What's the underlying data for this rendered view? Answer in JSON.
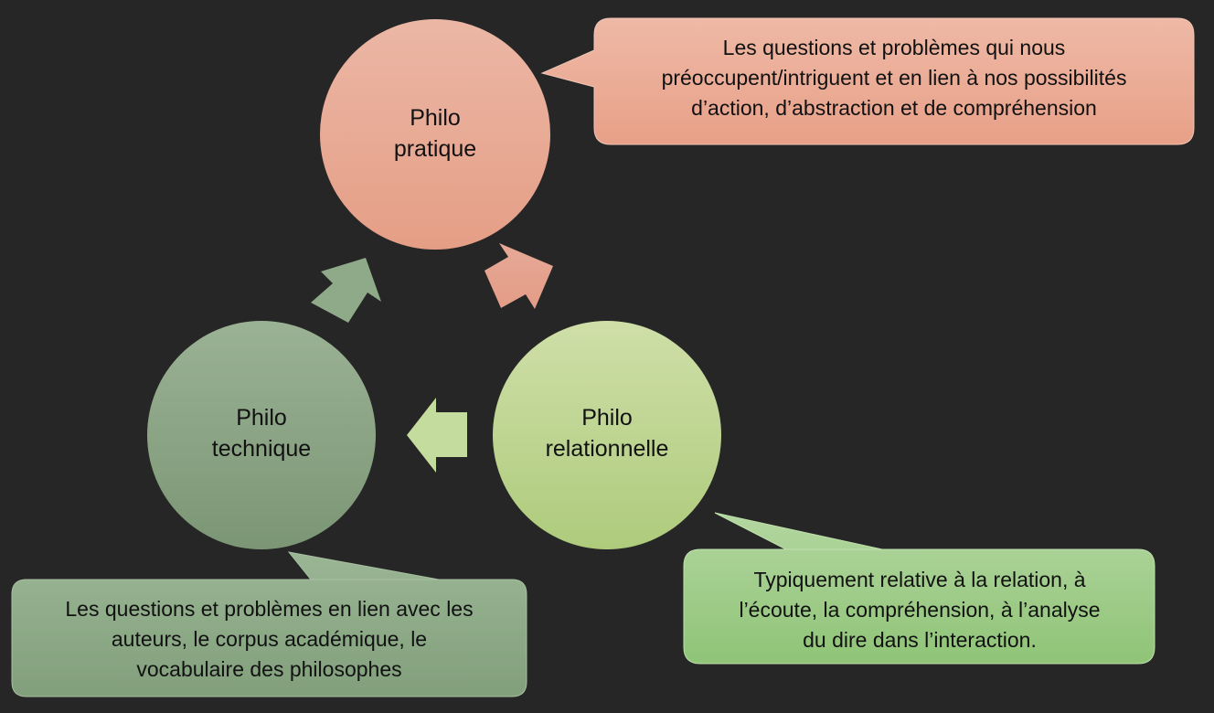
{
  "colors": {
    "background": "#262626",
    "pratique": "#e8a48c",
    "relationnelle": "#bcd28e",
    "technique": "#87a180"
  },
  "nodes": {
    "pratique": {
      "line1": "Philo",
      "line2": "pratique"
    },
    "relationnelle": {
      "line1": "Philo",
      "line2": "relationnelle"
    },
    "technique": {
      "line1": "Philo",
      "line2": "technique"
    }
  },
  "callouts": {
    "pratique": {
      "lines": [
        "Les questions et problèmes qui nous",
        "préoccupent/intriguent et en lien à nos possibilités",
        "d’action, d’abstraction et de compréhension"
      ]
    },
    "relationnelle": {
      "lines": [
        "Typiquement relative à la relation, à",
        "l’écoute, la compréhension, à l’analyse",
        "du dire dans l’interaction."
      ]
    },
    "technique": {
      "lines": [
        "Les questions et problèmes en lien avec les",
        "auteurs, le corpus académique, le",
        "vocabulaire des philosophes"
      ]
    }
  }
}
